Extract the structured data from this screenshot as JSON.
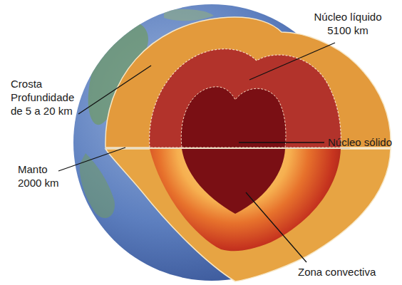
{
  "diagram": {
    "labels": [
      "Núcleo líquido 5100 km",
      "Crosta Profundidade de 5 a 20 km",
      "Núcleo sólido",
      "Manto 2000 km",
      "Zona convectiva"
    ]
  }
}
